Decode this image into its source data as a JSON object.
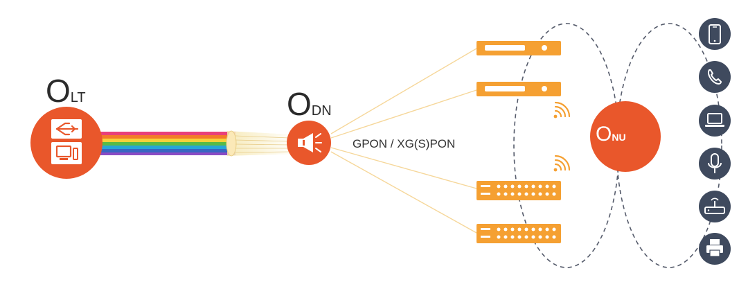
{
  "olt": {
    "cap": "O",
    "sub": "LT"
  },
  "odn": {
    "cap": "O",
    "sub": "DN"
  },
  "onu": {
    "cap": "O",
    "sub": "NU"
  },
  "protocol": "GPON / XG(S)PON",
  "colors": {
    "orange": "#e9572b",
    "device_orange": "#f5a032",
    "circle_stroke": "#555b6b",
    "end_device_fill": "#3f4a5e",
    "fiber_line": "#f6d79a",
    "rainbow": [
      "#e8407a",
      "#f37b2a",
      "#f7d23a",
      "#59bb46",
      "#27a6d8",
      "#3866c2",
      "#8a4bc4"
    ]
  },
  "icons": {
    "olt": [
      "splitter-icon",
      "terminal-icon"
    ],
    "odn": "splitter-horn-icon",
    "wifi": [
      "wifi-icon",
      "wifi-icon"
    ],
    "end_devices": [
      "smartphone-icon",
      "phone-icon",
      "laptop-icon",
      "microphone-icon",
      "router-icon",
      "printer-icon"
    ]
  },
  "devices": [
    "ont-router",
    "ont-router",
    "switch",
    "switch"
  ]
}
